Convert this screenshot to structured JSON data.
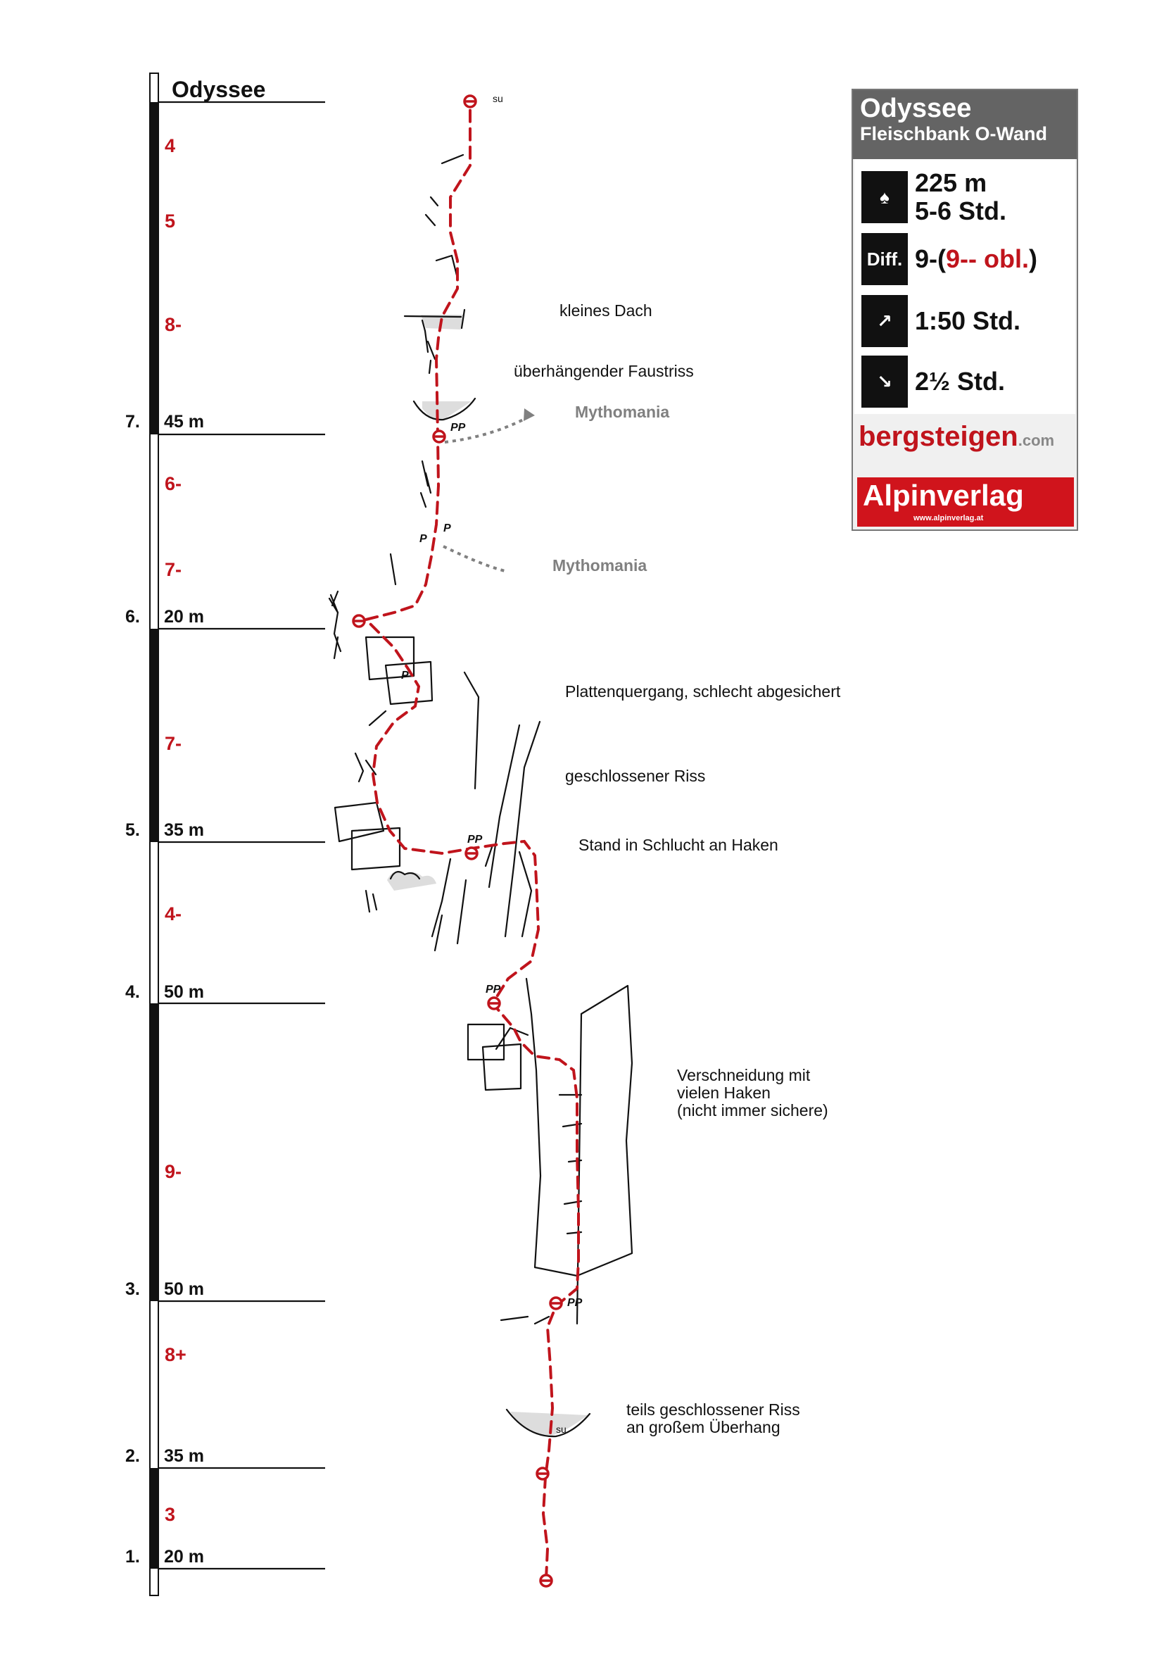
{
  "topo": {
    "route_name": "Odyssee",
    "pitches": [
      {
        "number": "1.",
        "length": "20 m",
        "grade": "3"
      },
      {
        "number": "2.",
        "length": "35 m",
        "grade": "8+"
      },
      {
        "number": "3.",
        "length": "50 m",
        "grade": "9-"
      },
      {
        "number": "4.",
        "length": "50 m",
        "grade": "4-"
      },
      {
        "number": "5.",
        "length": "35 m",
        "grade": "7-"
      },
      {
        "number": "6.",
        "length": "20 m",
        "grade": "7-"
      },
      {
        "number": "7.",
        "length": "45 m",
        "grade": "6-"
      }
    ],
    "upper_grades": [
      "8-",
      "5",
      "4"
    ],
    "annotations": {
      "kleines_dach": "kleines Dach",
      "faustriss": "überhängender Faustriss",
      "mythomania": "Mythomania",
      "plattenquergang": "Plattenquergang, schlecht abgesichert",
      "geschlossener_riss": "geschlossener Riss",
      "stand_schlucht": "Stand in Schlucht an Haken",
      "verschneidung_1": "Verschneidung mit",
      "verschneidung_2": "vielen Haken",
      "verschneidung_3": "(nicht immer sichere)",
      "teils_1": "teils geschlossener Riss",
      "teils_2": "an großem Überhang",
      "su": "su"
    },
    "markers": {
      "pp": "PP",
      "p": "P"
    }
  },
  "infobox": {
    "title": "Odyssee",
    "subtitle": "Fleischbank O-Wand",
    "length": "225 m",
    "time": "5-6 Std.",
    "diff_label": "Diff.",
    "difficulty_prefix": "9-(",
    "difficulty_obl": "9-- obl.",
    "difficulty_suffix": ")",
    "approach": "1:50 Std.",
    "descent": "2½ Std.",
    "logo1_a": "bergsteigen",
    "logo1_b": ".com",
    "logo2": "Alpinverlag",
    "logo2_url": "www.alpinverlag.at"
  },
  "colors": {
    "route": "#c0141c",
    "gray": "#808080"
  }
}
